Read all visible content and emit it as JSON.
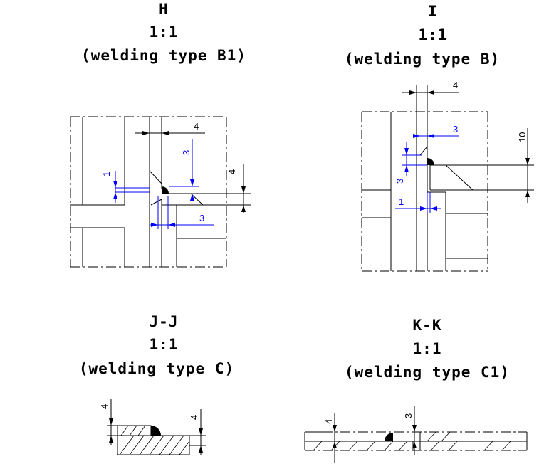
{
  "details": [
    {
      "id": "H",
      "scale": "1:1",
      "type": "(welding type B1)"
    },
    {
      "id": "I",
      "scale": "1:1",
      "type": "(welding type B)"
    },
    {
      "id": "J-J",
      "scale": "1:1",
      "type": "(welding type C)"
    },
    {
      "id": "K-K",
      "scale": "1:1",
      "type": "(welding type C1)"
    }
  ],
  "dimensions": {
    "H": {
      "gap_top": "4",
      "right_v": "4",
      "blue_v": "3",
      "blue_left": "1",
      "blue_bottom": "3"
    },
    "I": {
      "gap_top": "4",
      "right_v": "10",
      "blue_top": "3",
      "blue_left_v": "3",
      "blue_bottom": "1"
    },
    "JJ": {
      "left_v": "4",
      "right_v": "4"
    },
    "KK": {
      "left_v": "4",
      "top_v": "3"
    }
  },
  "colors": {
    "line": "#000000",
    "dimension_blue": "#0000ff",
    "weld": "#000000"
  }
}
